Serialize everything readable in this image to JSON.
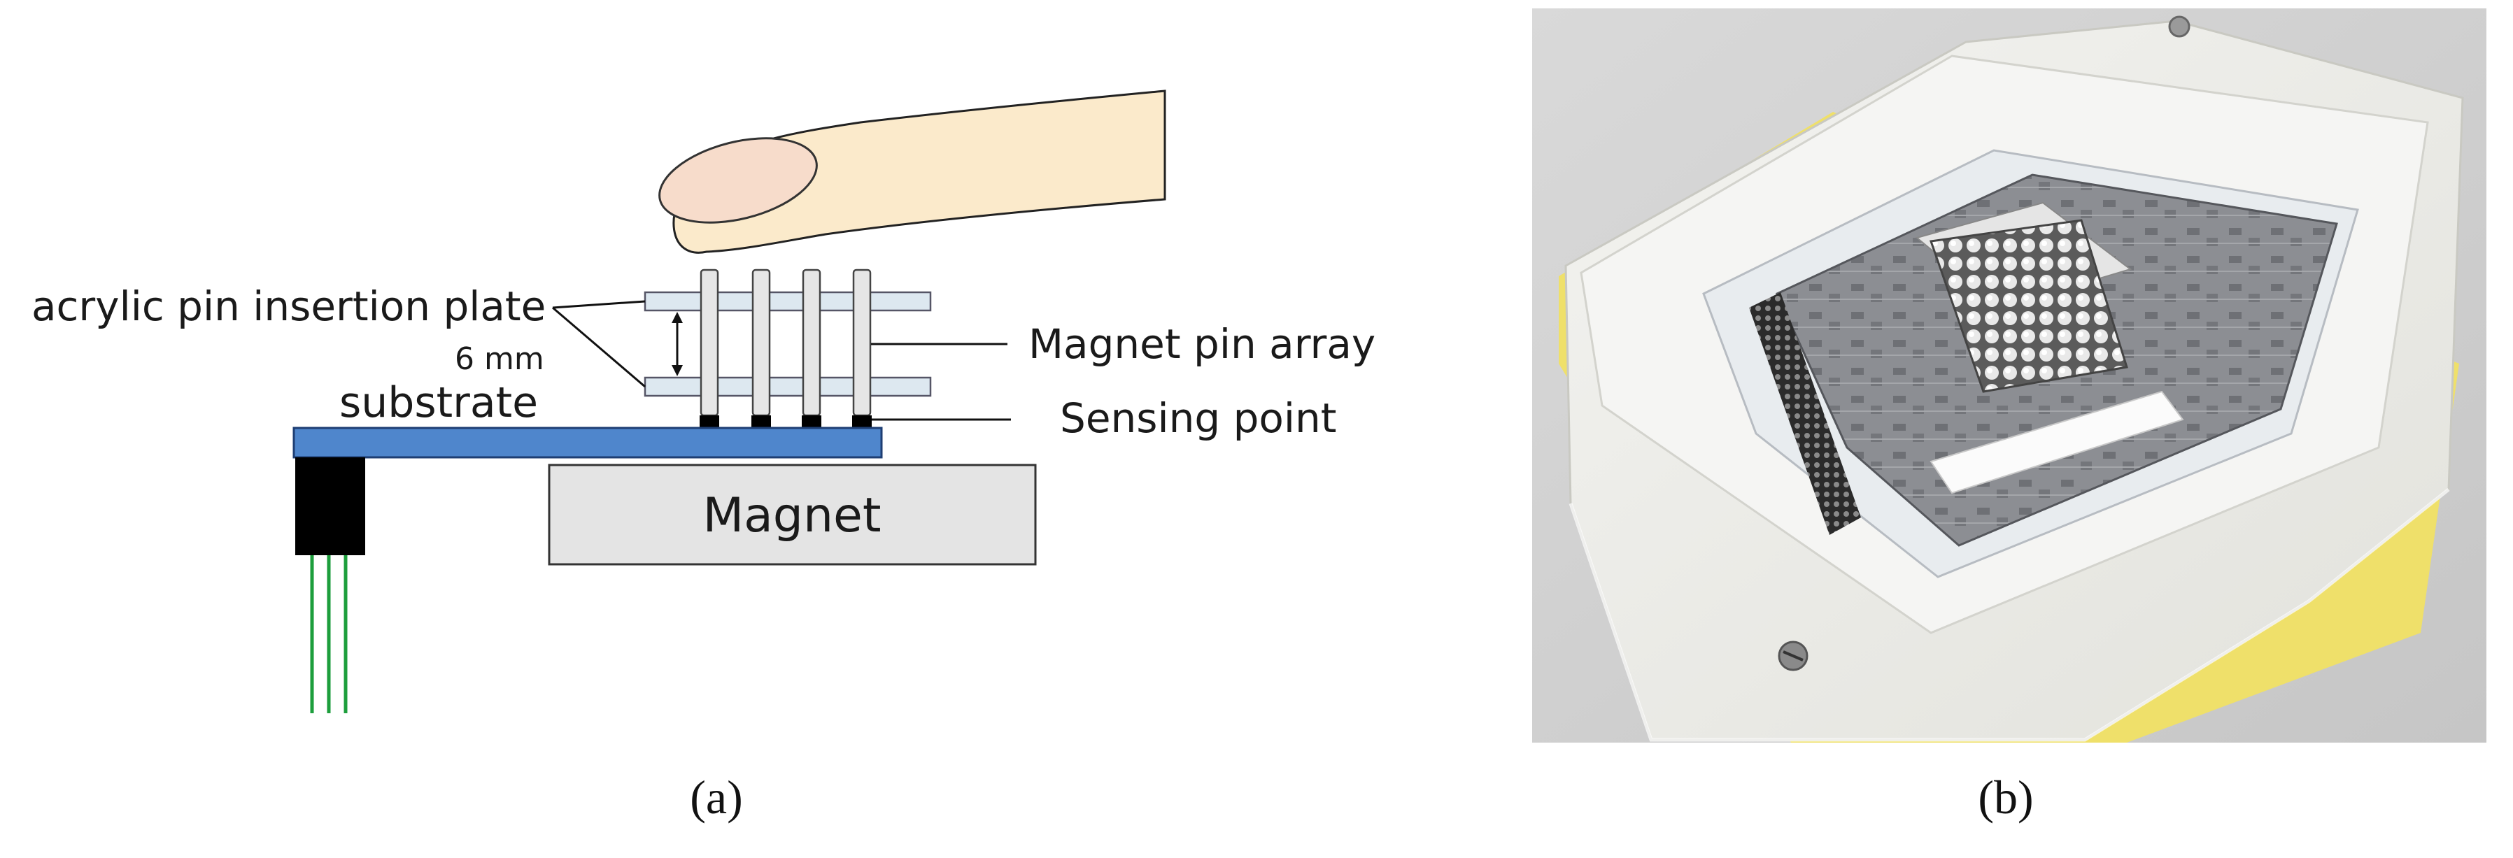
{
  "panel_a": {
    "labels": {
      "plate": "acrylic pin insertion plate",
      "gap": "6 mm",
      "substrate": "substrate",
      "pin_array": "Magnet pin array",
      "sensing": "Sensing point",
      "magnet": "Magnet"
    },
    "caption": "(a)"
  },
  "panel_b": {
    "caption": "(b)"
  },
  "colors": {
    "finger": "#fbeacb",
    "nail": "#f7dccb",
    "substrate": "#4f86cc",
    "plate": "#dde8f0",
    "magnet": "#e4e4e4",
    "wire": "#1d9e3c",
    "sensor": "#000000"
  }
}
